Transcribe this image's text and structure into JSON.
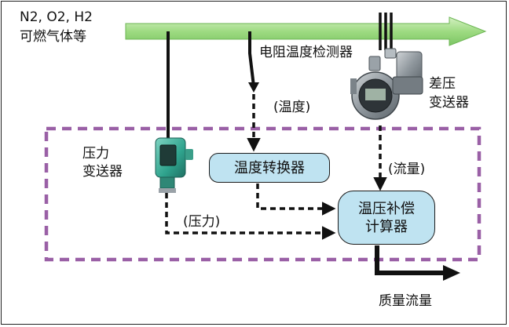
{
  "pipe": {
    "gas_label_1": "N2, O2, H2",
    "gas_label_2": "可燃气体等"
  },
  "rtd": {
    "label": "电阻温度检测器"
  },
  "dp": {
    "label_1": "差压",
    "label_2": "变送器"
  },
  "pressure": {
    "label_1": "压力",
    "label_2": "变送器"
  },
  "signals": {
    "temp": "(温度)",
    "flow": "(流量)",
    "pressure": "(压力)"
  },
  "converter": {
    "label": "温度转换器"
  },
  "compensator": {
    "label_1": "温压补偿",
    "label_2": "计算器"
  },
  "output": {
    "label": "质量流量"
  },
  "colors": {
    "pipe_green": "#9edb82",
    "box_fill": "#bfe3f1",
    "dashed_boundary": "#9a60a6",
    "line": "#111111"
  }
}
